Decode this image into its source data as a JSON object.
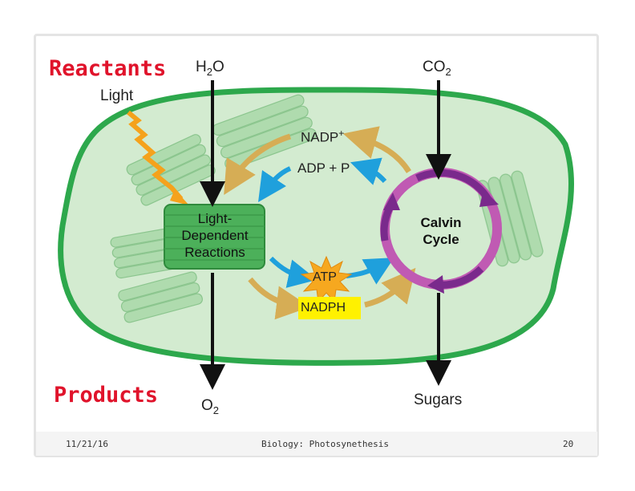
{
  "slide": {
    "reactants_label": "Reactants",
    "products_label": "Products"
  },
  "diagram": {
    "light": "Light",
    "water_base": "H",
    "water_sub": "2",
    "water_end": "O",
    "co2_base": "CO",
    "co2_sub": "2",
    "oxygen_base": "O",
    "oxygen_sub": "2",
    "sugars": "Sugars",
    "nadp_base": "NADP",
    "nadp_sup": "+",
    "adp": "ADP + P",
    "light_dependent": [
      "Light-",
      "Dependent",
      "Reactions"
    ],
    "calvin": [
      "Calvin",
      "Cycle"
    ],
    "atp": "ATP",
    "nadph": "NADPH"
  },
  "footer": {
    "date": "11/21/16",
    "title": "Biology: Photosynethesis",
    "page": "20"
  },
  "colors": {
    "reactants_text": "#e0132b",
    "chloroplast_fill": "#d3ebd0",
    "chloroplast_border": "#2da84c",
    "thylakoid": "#9fd3a0",
    "reaction_box": "#4cb05a",
    "calvin_ring": "#c05ab3",
    "calvin_arrow": "#7a2a8c",
    "blue_arrow": "#1fa0dc",
    "gold_arrow": "#d6ad55",
    "atp_burst": "#f6a81f",
    "nadph_box": "#fff100",
    "light_bolt": "#f5a21c"
  }
}
